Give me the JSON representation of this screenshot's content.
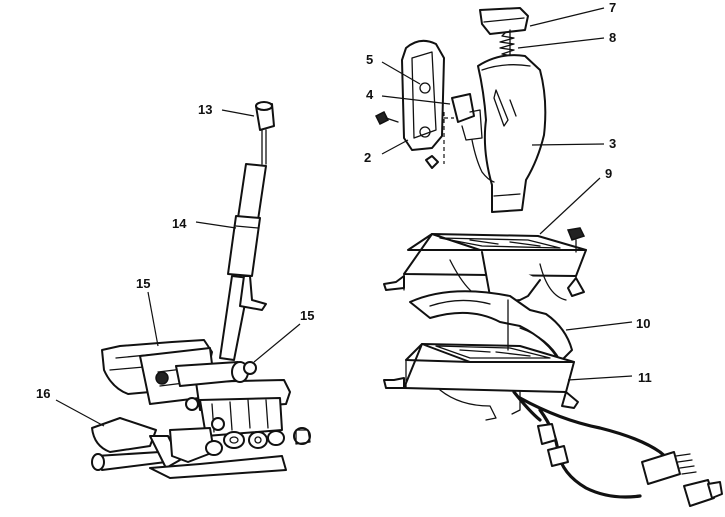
{
  "callouts": {
    "c1": "7",
    "c2": "8",
    "c3": "5",
    "c4": "4",
    "c5": "2",
    "c6": "3",
    "c7": "9",
    "c8": "13",
    "c9": "14",
    "c10": "15",
    "c11": "15",
    "c12": "10",
    "c13": "11",
    "c14": "16"
  }
}
